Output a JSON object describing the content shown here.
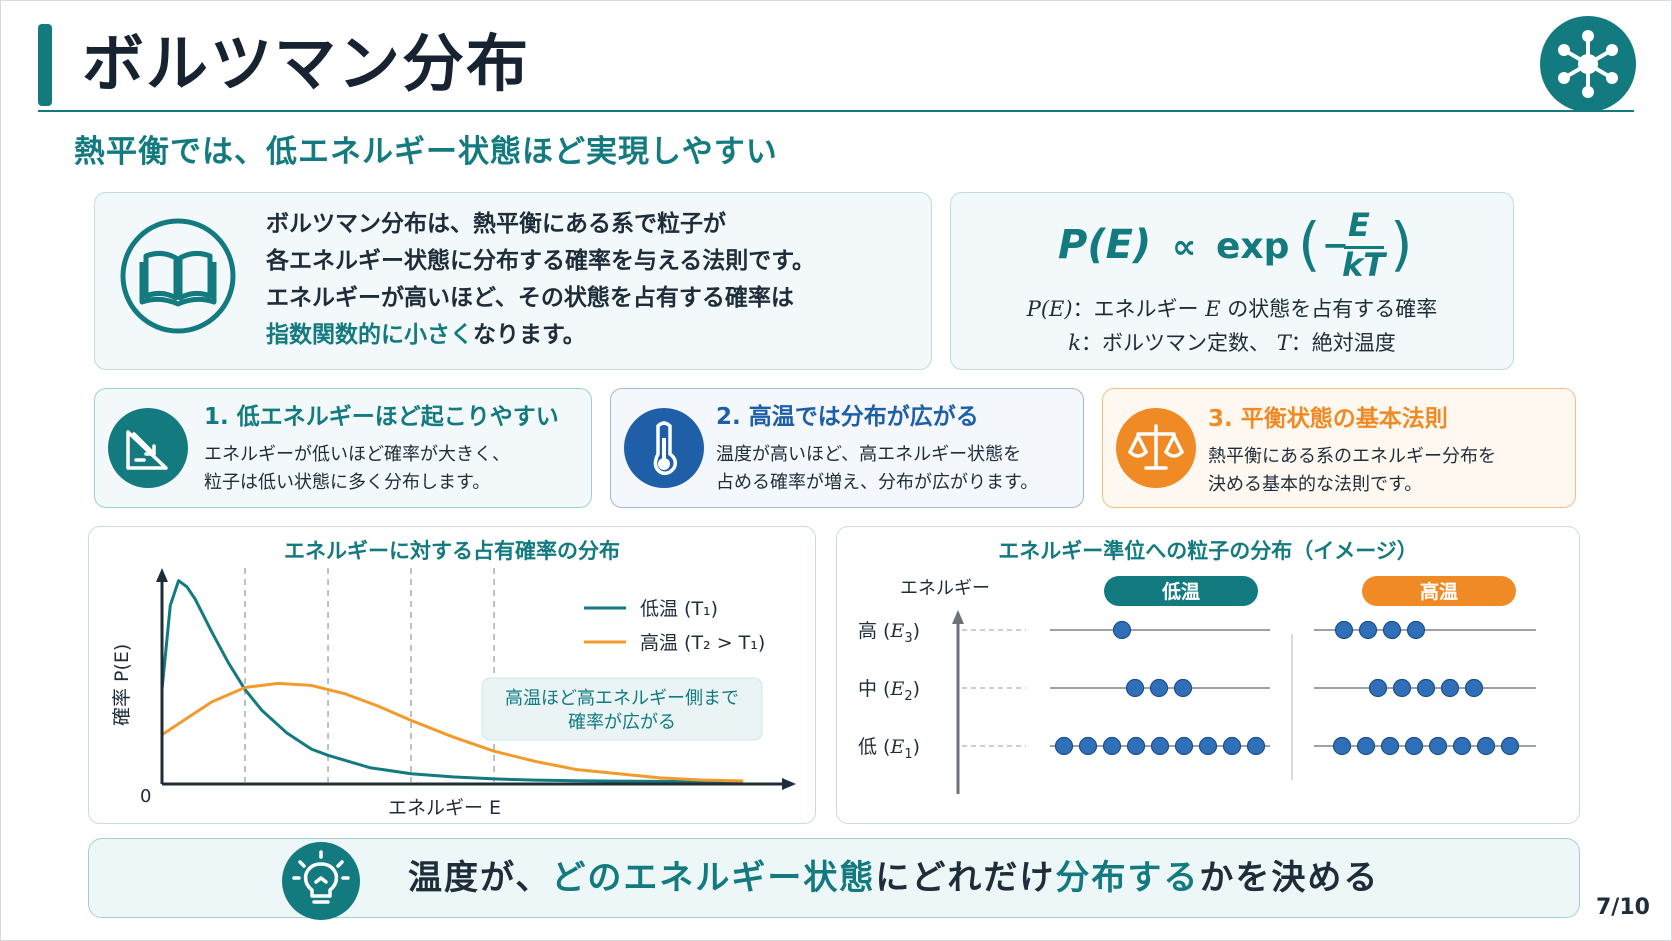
{
  "header": {
    "title": "ボルツマン分布",
    "subtitle": "熱平衡では、低エネルギー状態ほど実現しやすい"
  },
  "intro": {
    "icon": "open-book-icon",
    "line1": "ボルツマン分布は、熱平衡にある系で粒子が",
    "line2": "各エネルギー状態に分布する確率を与える法則です。",
    "line3": "エネルギーが高いほど、その状態を占有する確率は",
    "line4_highlight": "指数関数的に小さく",
    "line4_rest": "なります。"
  },
  "formula": {
    "lhs": "P(E)",
    "propto": "∝",
    "func": "exp",
    "minus": "−",
    "numerator": "E",
    "denominator": "kT",
    "def1_symbol": "P(E)",
    "def1_text": "：エネルギー",
    "def1_symbol2": "E",
    "def1_text2": "の状態を占有する確率",
    "def2_symbol": "k",
    "def2_text": "：ボルツマン定数、",
    "def2_symbol2": "T",
    "def2_text2": "：絶対温度"
  },
  "features": [
    {
      "icon": "downhill-slope-icon",
      "title": "1. 低エネルギーほど起こりやすい",
      "line1": "エネルギーが低いほど確率が大きく、",
      "line2": "粒子は低い状態に多く分布します。",
      "color": "#137a80"
    },
    {
      "icon": "thermometer-icon",
      "title": "2. 高温では分布が広がる",
      "line1": "温度が高いほど、高エネルギー状態を",
      "line2": "占める確率が増え、分布が広がります。",
      "color": "#1f5fa8"
    },
    {
      "icon": "balance-scale-icon",
      "title": "3. 平衡状態の基本法則",
      "line1": "熱平衡にある系のエネルギー分布を",
      "line2": "決める基本的な法則です。",
      "color": "#f08a24"
    }
  ],
  "chart_data": {
    "type": "line",
    "title": "エネルギーに対する占有確率の分布",
    "xlabel": "エネルギー E",
    "ylabel": "確率 P(E)",
    "origin_label": "0",
    "legend_position": "top-right",
    "annotation": {
      "line1": "高温ほど高エネルギー側まで",
      "line2": "確率が広がる"
    },
    "grid_x": [
      1,
      2,
      3,
      4
    ],
    "xlim": [
      0,
      7.3
    ],
    "ylim": [
      0,
      1.1
    ],
    "series": [
      {
        "name": "低温 (T₁)",
        "color": "#137a80",
        "x": [
          0,
          0.1,
          0.2,
          0.3,
          0.4,
          0.5,
          0.6,
          0.8,
          1.0,
          1.2,
          1.5,
          1.8,
          2.0,
          2.5,
          3.0,
          3.5,
          4.0,
          4.5,
          5.0,
          5.5,
          6.0,
          6.5,
          7.0
        ],
        "y": [
          0.45,
          0.86,
          0.98,
          0.95,
          0.89,
          0.81,
          0.73,
          0.58,
          0.45,
          0.35,
          0.24,
          0.16,
          0.13,
          0.07,
          0.04,
          0.025,
          0.015,
          0.009,
          0.006,
          0.004,
          0.003,
          0.002,
          0.001
        ]
      },
      {
        "name": "高温 (T₂ > T₁)",
        "color": "#f39a2c",
        "x": [
          0,
          0.3,
          0.6,
          1.0,
          1.4,
          1.8,
          2.2,
          2.6,
          3.0,
          3.5,
          4.0,
          4.5,
          5.0,
          5.5,
          6.0,
          6.5,
          7.0
        ],
        "y": [
          0.23,
          0.31,
          0.39,
          0.46,
          0.48,
          0.47,
          0.43,
          0.37,
          0.3,
          0.22,
          0.15,
          0.1,
          0.06,
          0.04,
          0.02,
          0.01,
          0.005
        ]
      }
    ]
  },
  "levels": {
    "title": "エネルギー準位への粒子の分布（イメージ）",
    "axis_label": "エネルギー",
    "low_temp_label": "低温",
    "high_temp_label": "高温",
    "low_temp_color": "#137a80",
    "high_temp_color": "#f08a24",
    "rows": [
      {
        "label": "高",
        "symbol": "E",
        "sub": "3",
        "low_count": 1,
        "high_count": 4
      },
      {
        "label": "中",
        "symbol": "E",
        "sub": "2",
        "low_count": 3,
        "high_count": 5
      },
      {
        "label": "低",
        "symbol": "E",
        "sub": "1",
        "low_count": 9,
        "high_count": 8
      }
    ]
  },
  "bottom": {
    "icon": "lightbulb-icon",
    "part1": "温度が、",
    "part2": "どのエネルギー状態",
    "part3": "にどれだけ",
    "part4": "分布する",
    "part5": "かを決める"
  },
  "page": "7/10",
  "header_logo_icon": "network-nodes-icon"
}
